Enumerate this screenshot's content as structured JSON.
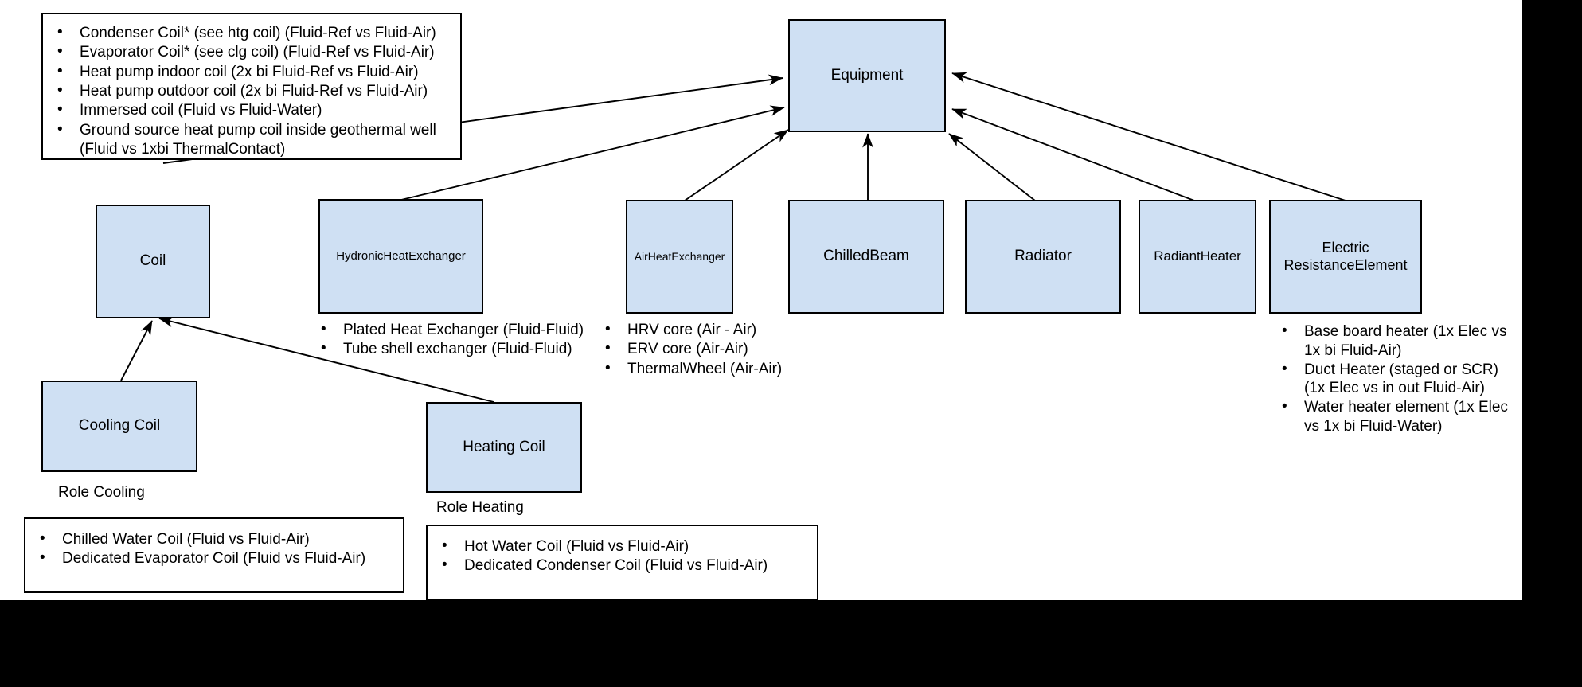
{
  "diagram": {
    "title": "Equipment heat-transfer class hierarchy",
    "colors": {
      "node_fill": "#cfe0f3",
      "node_stroke": "#000000",
      "canvas": "#ffffff",
      "page_background": "#000000",
      "text": "#000000"
    },
    "nodes": {
      "equipment": "Equipment",
      "coil": "Coil",
      "hydronic_heat_exchanger": "HydronicHeatExchanger",
      "air_heat_exchanger": "AirHeatExchanger",
      "chilled_beam": "ChilledBeam",
      "radiator": "Radiator",
      "radiant_heater": "RadiantHeater",
      "electric_resistance_element_line1": "Electric",
      "electric_resistance_element_line2": "ResistanceElement",
      "cooling_coil": "Cooling Coil",
      "heating_coil": "Heating Coil"
    },
    "role_labels": {
      "cooling": "Role Cooling",
      "heating": "Role Heating"
    },
    "coil_examples": [
      "Condenser Coil* (see htg coil) (Fluid-Ref vs Fluid-Air)",
      "Evaporator Coil* (see clg coil) (Fluid-Ref vs Fluid-Air)",
      "Heat pump indoor coil (2x bi Fluid-Ref vs Fluid-Air)",
      "Heat pump outdoor coil (2x bi Fluid-Ref vs Fluid-Air)",
      "Immersed coil (Fluid vs Fluid-Water)",
      "Ground source heat pump coil inside geothermal well (Fluid vs 1xbi ThermalContact)"
    ],
    "hydronic_examples": [
      "Plated Heat Exchanger (Fluid-Fluid)",
      "Tube shell exchanger (Fluid-Fluid)"
    ],
    "air_heat_exchanger_examples": [
      "HRV core (Air - Air)",
      "ERV core (Air-Air)",
      "ThermalWheel (Air-Air)"
    ],
    "electric_resistance_examples": [
      "Base board heater (1x Elec vs 1x bi Fluid-Air)",
      "Duct Heater (staged or SCR) (1x Elec vs in out Fluid-Air)",
      "Water heater element (1x Elec vs 1x bi Fluid-Water)"
    ],
    "cooling_coil_examples": [
      "Chilled Water Coil (Fluid vs Fluid-Air)",
      "Dedicated Evaporator Coil (Fluid vs Fluid-Air)"
    ],
    "heating_coil_examples": [
      "Hot Water Coil (Fluid vs Fluid-Air)",
      "Dedicated Condenser Coil (Fluid vs Fluid-Air)"
    ],
    "edges": [
      {
        "from": "Coil",
        "to": "Equipment"
      },
      {
        "from": "HydronicHeatExchanger",
        "to": "Equipment"
      },
      {
        "from": "AirHeatExchanger",
        "to": "Equipment"
      },
      {
        "from": "ChilledBeam",
        "to": "Equipment"
      },
      {
        "from": "Radiator",
        "to": "Equipment"
      },
      {
        "from": "RadiantHeater",
        "to": "Equipment"
      },
      {
        "from": "ElectricResistanceElement",
        "to": "Equipment"
      },
      {
        "from": "Cooling Coil",
        "to": "Coil"
      },
      {
        "from": "Heating Coil",
        "to": "Coil"
      }
    ]
  }
}
